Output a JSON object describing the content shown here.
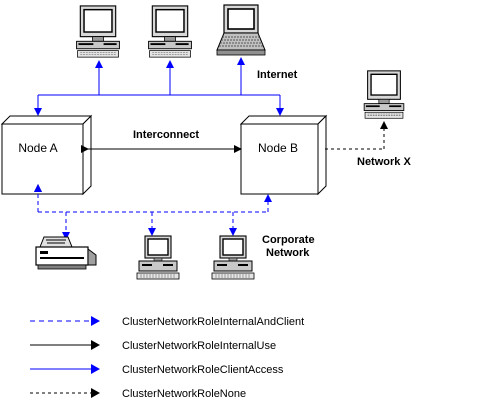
{
  "nodes": {
    "node_a": "Node A",
    "node_b": "Node B"
  },
  "labels": {
    "interconnect": "Interconnect",
    "internet": "Internet",
    "network_x": "Network X",
    "corporate_line1": "Corporate",
    "corporate_line2": "Network"
  },
  "legend": [
    {
      "label": "ClusterNetworkRoleInternalAndClient",
      "style": "dashed",
      "color": "#0000ff"
    },
    {
      "label": "ClusterNetworkRoleInternalUse",
      "style": "solid",
      "color": "#000000"
    },
    {
      "label": "ClusterNetworkRoleClientAccess",
      "style": "solid",
      "color": "#0000ff"
    },
    {
      "label": "ClusterNetworkRoleNone",
      "style": "dashed",
      "color": "#000000"
    }
  ],
  "colors": {
    "client_line": "#0000ff",
    "internal_line": "#000000"
  },
  "icons": [
    "monitor-icon",
    "laptop-icon",
    "printer-icon",
    "desktop-computer-icon"
  ]
}
